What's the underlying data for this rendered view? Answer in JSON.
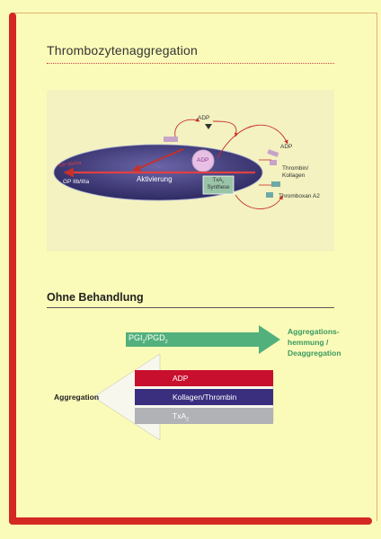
{
  "page": {
    "title": "Thrombozytenaggregation"
  },
  "diagram": {
    "adp_top": "ADP",
    "adp_circle": "ADP",
    "adp_right": "ADP",
    "gp_iib": "GP IIb/IIIa",
    "gp_left": "GP IIb/IIIa",
    "activation": "Aktivierung",
    "txa_line1": "TxA",
    "txa_sub": "2",
    "txa_line2": "Synthese",
    "thrombin_line1": "Thrombin/",
    "thrombin_line2": "Kollagen",
    "thromboxan": "Thromboxan A2"
  },
  "section": {
    "title": "Ohne Behandlung"
  },
  "pgi_arrow": {
    "label_a": "PGI",
    "sub_a": "2",
    "sep": "/PGD",
    "sub_b": "2"
  },
  "aggregation_inhibition": {
    "line1": "Aggregations-",
    "line2": "hemmung /",
    "line3": "Deaggregation"
  },
  "left_bars": {
    "adp": "ADP",
    "collagen_thrombin": "Kollagen/Thrombin",
    "txa_label": "TxA",
    "txa_sub": "2",
    "aggregation": "Aggregation"
  },
  "colors": {
    "background": "#fbfbb9",
    "frame_red": "#d42823",
    "green": "#52b07c",
    "red_bar": "#c8102e",
    "purple_bar": "#3a2f7f",
    "grey_bar": "#b1b2b6",
    "platelet": "#3b3773"
  }
}
